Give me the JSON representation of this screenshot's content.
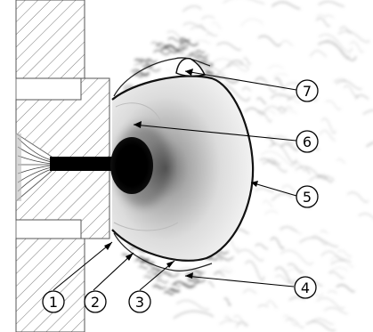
{
  "callouts": [
    {
      "id": "c1",
      "label": "1"
    },
    {
      "id": "c2",
      "label": "2"
    },
    {
      "id": "c3",
      "label": "3"
    },
    {
      "id": "c4",
      "label": "4"
    },
    {
      "id": "c5",
      "label": "5"
    },
    {
      "id": "c6",
      "label": "6"
    },
    {
      "id": "c7",
      "label": "7"
    }
  ],
  "colors": {
    "ink": "#111111",
    "hatch": "#777777",
    "plume": "#9a9a9a",
    "core": "#000000",
    "background": "#ffffff"
  }
}
